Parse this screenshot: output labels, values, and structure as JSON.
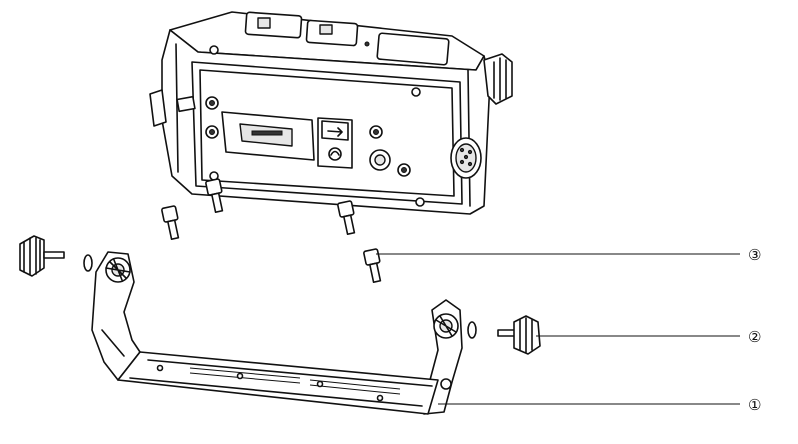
{
  "diagram": {
    "callouts": [
      {
        "id": "callout-3",
        "label": "③",
        "part": "mounting-bolt"
      },
      {
        "id": "callout-2",
        "label": "②",
        "part": "mounting-knob"
      },
      {
        "id": "callout-1",
        "label": "①",
        "part": "mounting-bracket"
      }
    ]
  }
}
